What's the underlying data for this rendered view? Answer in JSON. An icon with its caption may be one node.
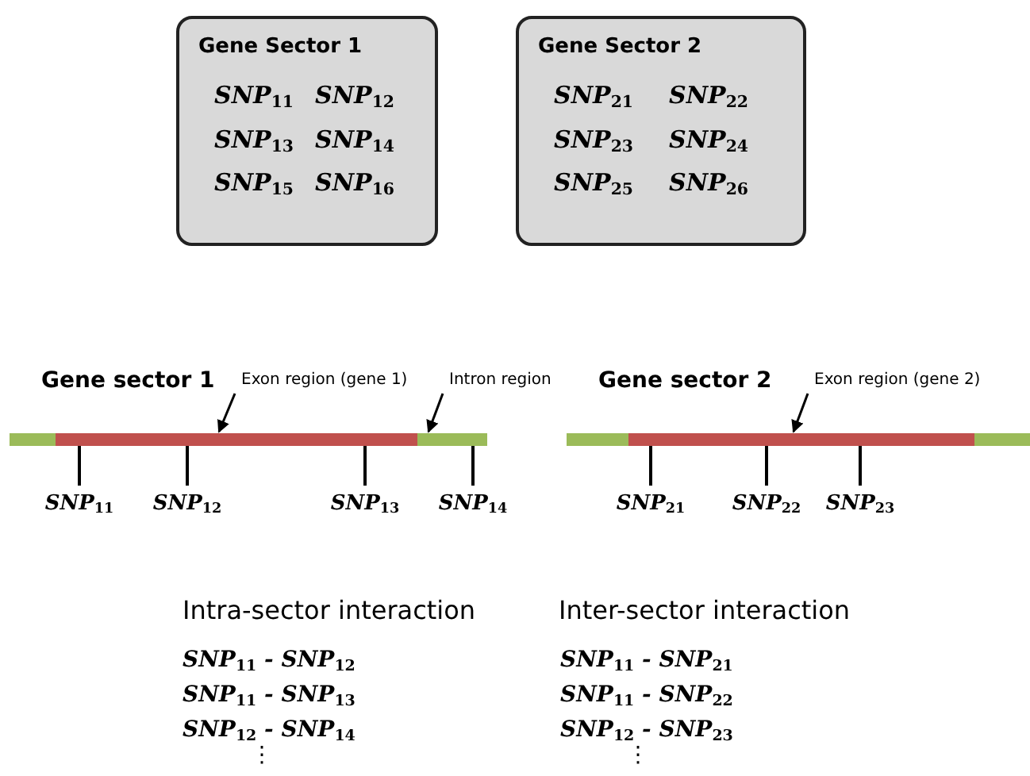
{
  "diagram": {
    "nodes": [
      {
        "text": [
          "Gene Sector 1",
          "SNP$_{11}$",
          "SNP$_{12}$",
          "SNP$_{13}$",
          "SNP$_{14}$",
          "SNP$_{15}$",
          "SNP$_{16}$"
        ]
      },
      {
        "text": [
          "Gene Sector 2",
          "SNP$_{21}$",
          "SNP$_{22}$",
          "SNP$_{23}$",
          "SNP$_{24}$",
          "SNP$_{25}$",
          "SNP$_{26}$"
        ]
      },
      {
        "text": [
          "Exon region (gene 1)"
        ]
      },
      {
        "text": [
          "Intron region"
        ]
      },
      {
        "text": [
          "Exon region (gene 2)"
        ]
      },
      {
        "text": [],
        "shape": "bar"
      },
      {
        "text": [],
        "shape": "bar"
      },
      {
        "text": [],
        "shape": "bar"
      },
      {
        "text": [],
        "shape": "bar"
      },
      {
        "text": [],
        "shape": "bar"
      },
      {
        "text": [],
        "shape": "bar"
      },
      {
        "text": [
          "SNP$_{11}$"
        ]
      },
      {
        "text": [
          "SNP$_{12}$"
        ]
      },
      {
        "text": [
          "SNP$_{13}$"
        ]
      },
      {
        "text": [
          "SNP$_{14}$"
        ]
      },
      {
        "text": [
          "SNP$_{21}$"
        ]
      },
      {
        "text": [
          "SNP$_{22}$"
        ]
      },
      {
        "text": [
          "SNP$_{23}$"
        ]
      }
    ],
    "edges": [
      {
        "from": 2,
        "to": 6,
        "arrow": "to"
      },
      {
        "from": 3,
        "to": 7,
        "arrow": "to"
      },
      {
        "from": 4,
        "to": 9,
        "arrow": "to"
      },
      {
        "from": 11,
        "to": 6,
        "arrow": "none"
      },
      {
        "from": 12,
        "to": 6,
        "arrow": "none"
      },
      {
        "from": 13,
        "to": 6,
        "arrow": "none"
      },
      {
        "from": 14,
        "to": 7,
        "arrow": "none"
      },
      {
        "from": 15,
        "to": 9,
        "arrow": "none"
      },
      {
        "from": 16,
        "to": 9,
        "arrow": "none"
      },
      {
        "from": 17,
        "to": 9,
        "arrow": "none"
      }
    ],
    "labels": [
      "Gene sector 1",
      "Gene sector 2",
      "Intra-sector interaction",
      "Inter-sector interaction",
      "SNP$_{11}$ - SNP$_{12}$",
      "SNP$_{11}$ - SNP$_{21}$",
      "SNP$_{11}$ - SNP$_{13}$",
      "SNP$_{11}$ - SNP$_{22}$",
      "SNP$_{12}$ - SNP$_{14}$",
      "SNP$_{12}$ - SNP$_{23}$",
      "⋮",
      "⋮"
    ]
  }
}
